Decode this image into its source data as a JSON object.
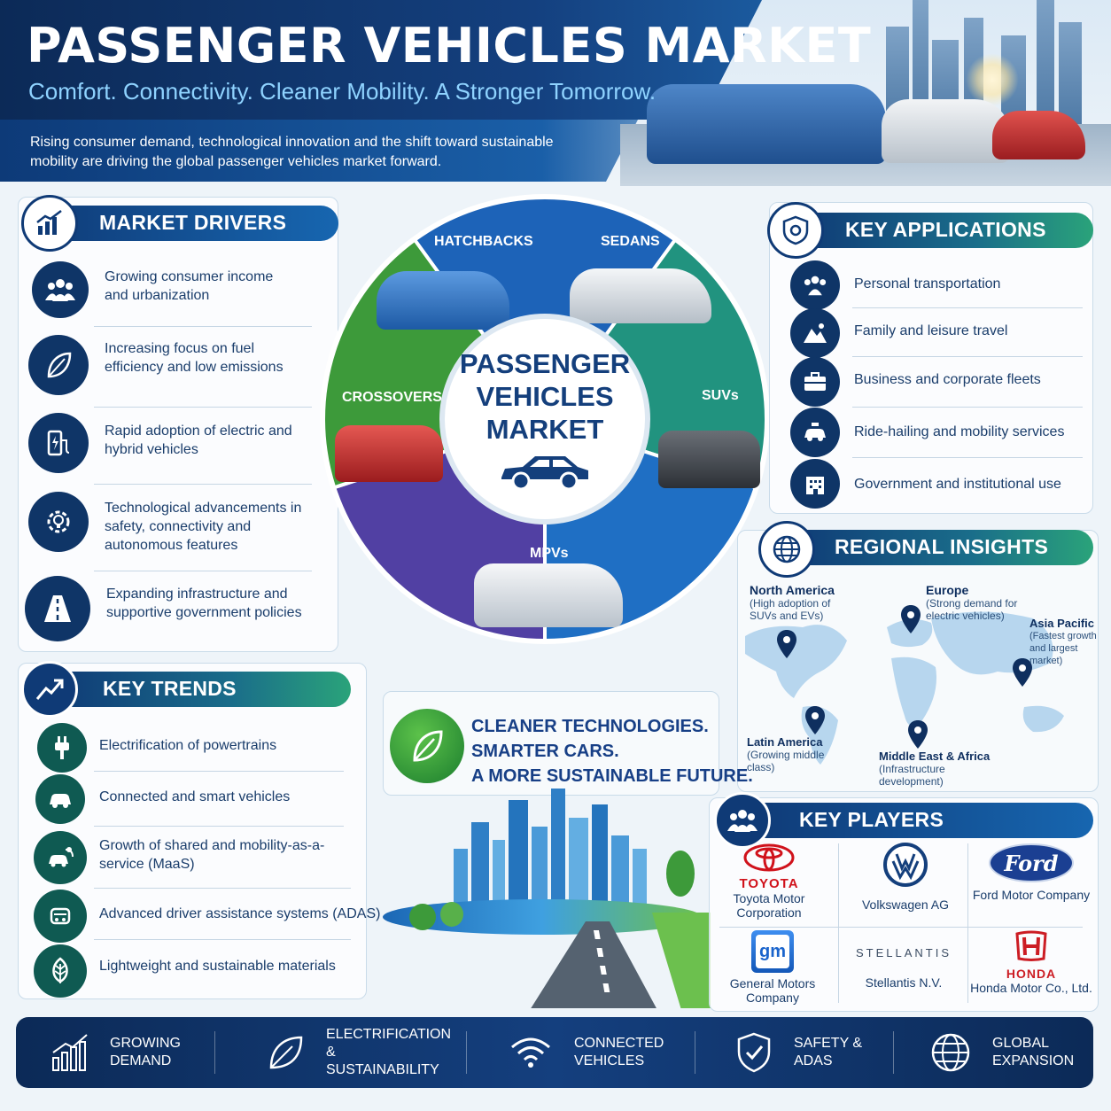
{
  "header": {
    "title": "PASSENGER VEHICLES MARKET",
    "tagline": "Comfort. Connectivity. Cleaner Mobility. A Stronger Tomorrow.",
    "intro": "Rising consumer demand, technological innovation and the shift toward sustainable mobility are driving the global passenger vehicles market forward."
  },
  "drivers": {
    "title": "MARKET DRIVERS",
    "items": [
      {
        "icon": "people-icon",
        "text": "Growing consumer income and urbanization"
      },
      {
        "icon": "leaf-icon",
        "text": "Increasing focus on fuel efficiency and low emissions"
      },
      {
        "icon": "ev-charger-icon",
        "text": "Rapid adoption of electric and hybrid vehicles"
      },
      {
        "icon": "gear-bulb-icon",
        "text": "Technological advancements in safety, connectivity and autonomous features"
      },
      {
        "icon": "road-icon",
        "text": "Expanding infrastructure and supportive government policies"
      }
    ]
  },
  "wheel": {
    "center_title": "PASSENGER VEHICLES MARKET",
    "segments": [
      "HATCHBACKS",
      "SEDANS",
      "SUVs",
      "MPVs",
      "CROSSOVERS"
    ],
    "colors": {
      "hatchbacks": "#1d63b8",
      "sedans": "#21937f",
      "suvs": "#1f6fc4",
      "mpvs": "#5140a3",
      "crossovers": "#3d9a3a"
    }
  },
  "applications": {
    "title": "KEY APPLICATIONS",
    "items": [
      {
        "icon": "people-icon",
        "text": "Personal transportation"
      },
      {
        "icon": "mountain-icon",
        "text": "Family and leisure travel"
      },
      {
        "icon": "briefcase-icon",
        "text": "Business and corporate fleets"
      },
      {
        "icon": "taxi-icon",
        "text": "Ride-hailing and mobility services"
      },
      {
        "icon": "building-icon",
        "text": "Government and institutional use"
      }
    ]
  },
  "regions": {
    "title": "REGIONAL INSIGHTS",
    "items": [
      {
        "name": "North America",
        "note": "(High adoption of SUVs and EVs)"
      },
      {
        "name": "Europe",
        "note": "(Strong demand for electric vehicles)"
      },
      {
        "name": "Asia Pacific",
        "note": "(Fastest growth and largest market)"
      },
      {
        "name": "Latin America",
        "note": "(Growing middle class)"
      },
      {
        "name": "Middle East & Africa",
        "note": "(Infrastructure development)"
      }
    ]
  },
  "trends": {
    "title": "KEY TRENDS",
    "items": [
      {
        "icon": "plug-icon",
        "text": "Electrification of powertrains"
      },
      {
        "icon": "car-icon",
        "text": "Connected and smart vehicles"
      },
      {
        "icon": "shared-car-icon",
        "text": "Growth of shared and mobility-as-a-service (MaaS)"
      },
      {
        "icon": "adas-icon",
        "text": "Advanced driver assistance systems (ADAS)"
      },
      {
        "icon": "leaf-icon",
        "text": "Lightweight and sustainable materials"
      }
    ]
  },
  "cleaner": {
    "line1": "CLEANER TECHNOLOGIES.",
    "line2": "SMARTER CARS.",
    "line3": "A MORE SUSTAINABLE FUTURE."
  },
  "players": {
    "title": "KEY PLAYERS",
    "items": [
      {
        "logo_text": "TOYOTA",
        "name": "Toyota Motor Corporation"
      },
      {
        "logo_text": "",
        "name": "Volkswagen AG"
      },
      {
        "logo_text": "Ford",
        "name": "Ford Motor Company"
      },
      {
        "logo_text": "gm",
        "name": "General Motors Company"
      },
      {
        "logo_text": "STELLANTIS",
        "name": "Stellantis N.V."
      },
      {
        "logo_text": "HONDA",
        "name": "Honda Motor Co., Ltd."
      }
    ]
  },
  "footer": {
    "items": [
      {
        "icon": "growth-chart-icon",
        "label": "GROWING DEMAND"
      },
      {
        "icon": "leaf-icon",
        "label": "ELECTRIFICATION & SUSTAINABILITY"
      },
      {
        "icon": "wifi-icon",
        "label": "CONNECTED VEHICLES"
      },
      {
        "icon": "shield-check-icon",
        "label": "SAFETY & ADAS"
      },
      {
        "icon": "globe-icon",
        "label": "GLOBAL EXPANSION"
      }
    ]
  }
}
